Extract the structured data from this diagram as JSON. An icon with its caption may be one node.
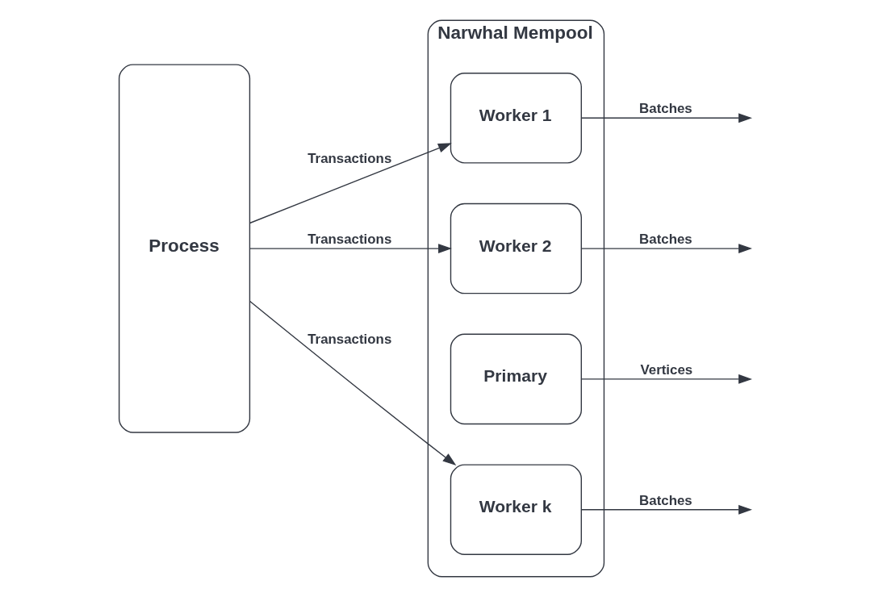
{
  "diagram": {
    "nodes": [
      {
        "text": [
          "Process"
        ]
      },
      {
        "text": [
          "Narwhal Mempool"
        ]
      },
      {
        "text": [
          "Worker 1"
        ],
        "in": 1
      },
      {
        "text": [
          "Worker 2"
        ],
        "in": 1
      },
      {
        "text": [
          "Primary"
        ],
        "in": 1
      },
      {
        "text": [
          "Worker k"
        ],
        "in": 1
      }
    ],
    "edges": [
      {
        "from": 0,
        "to": 2,
        "arrow": "to",
        "label": "Transactions"
      },
      {
        "from": 0,
        "to": 3,
        "arrow": "to",
        "label": "Transactions"
      },
      {
        "from": 0,
        "to": 5,
        "arrow": "to",
        "label": "Transactions"
      },
      {
        "from": 2,
        "to": null,
        "arrow": "to",
        "label": "Batches"
      },
      {
        "from": 3,
        "to": null,
        "arrow": "to",
        "label": "Batches"
      },
      {
        "from": 4,
        "to": null,
        "arrow": "to",
        "label": "Vertices"
      },
      {
        "from": 5,
        "to": null,
        "arrow": "to",
        "label": "Batches"
      }
    ]
  }
}
